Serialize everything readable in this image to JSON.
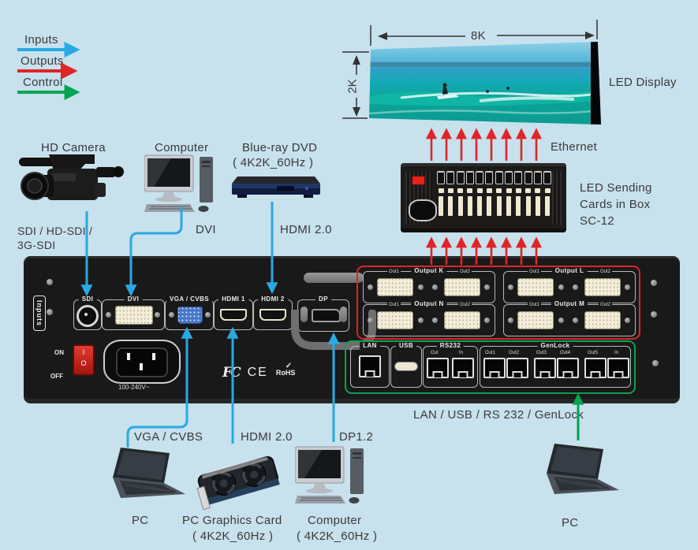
{
  "colors": {
    "background": "#c7e1ed",
    "input_blue": "#29a9e1",
    "output_red": "#e02428",
    "control_green": "#00a551",
    "device_black": "#191919"
  },
  "legend": {
    "inputs": "Inputs",
    "outputs": "Outputs",
    "control": "Control"
  },
  "display": {
    "label": "LED Display",
    "width": "8K",
    "height": "2K"
  },
  "ethernet_label": "Ethernet",
  "sending_box": {
    "label_line1": "LED Sending",
    "label_line2": "Cards in Box",
    "label_line3": "SC-12"
  },
  "top_sources": {
    "camera": {
      "title": "HD Camera",
      "conn1": "SDI / HD-SDI /",
      "conn2": "3G-SDI"
    },
    "computer": {
      "title": "Computer",
      "conn": "DVI"
    },
    "bluray": {
      "title": "Blue-ray DVD",
      "subtitle": "( 4K2K_60Hz )",
      "conn": "HDMI 2.0"
    }
  },
  "processor": {
    "inputs_label": "Inputs",
    "port_sdi": "SDI",
    "port_dvi": "DVI",
    "port_vga": "VGA / CVBS",
    "port_hdmi1": "HDMI 1",
    "port_hdmi2": "HDMI 2",
    "port_dp": "DP",
    "outputs": [
      {
        "name": "Output K",
        "out1": "Out1",
        "out2": "Out2"
      },
      {
        "name": "Output L",
        "out1": "Out1",
        "out2": "Out2"
      },
      {
        "name": "Output N",
        "out1": "Out1",
        "out2": "Out2"
      },
      {
        "name": "Output M",
        "out1": "Out1",
        "out2": "Out2"
      }
    ],
    "power": {
      "on": "ON",
      "off": "OFF",
      "voltage": "100-240V~"
    },
    "certs": {
      "fcc": "FC",
      "ce": "CE",
      "rohs": "RoHS"
    },
    "control": {
      "lan": "LAN",
      "usb": "USB",
      "rs232": "RS232",
      "rs232_ports": [
        "Out",
        "In"
      ],
      "genlock": "GenLock",
      "genlock_ports": [
        "Out1",
        "Out2",
        "Out3",
        "Out4",
        "Out5",
        "In"
      ]
    }
  },
  "bottom_sources": {
    "pc1": {
      "title": "PC",
      "conn": "VGA / CVBS"
    },
    "gpu": {
      "title": "PC Graphics Card",
      "subtitle": "( 4K2K_60Hz )",
      "conn": "HDMI 2.0"
    },
    "computer": {
      "title": "Computer",
      "subtitle": "( 4K2K_60Hz )",
      "conn": "DP1.2"
    },
    "pc2": {
      "title": "PC",
      "conn": "LAN / USB / RS 232 / GenLock"
    }
  }
}
